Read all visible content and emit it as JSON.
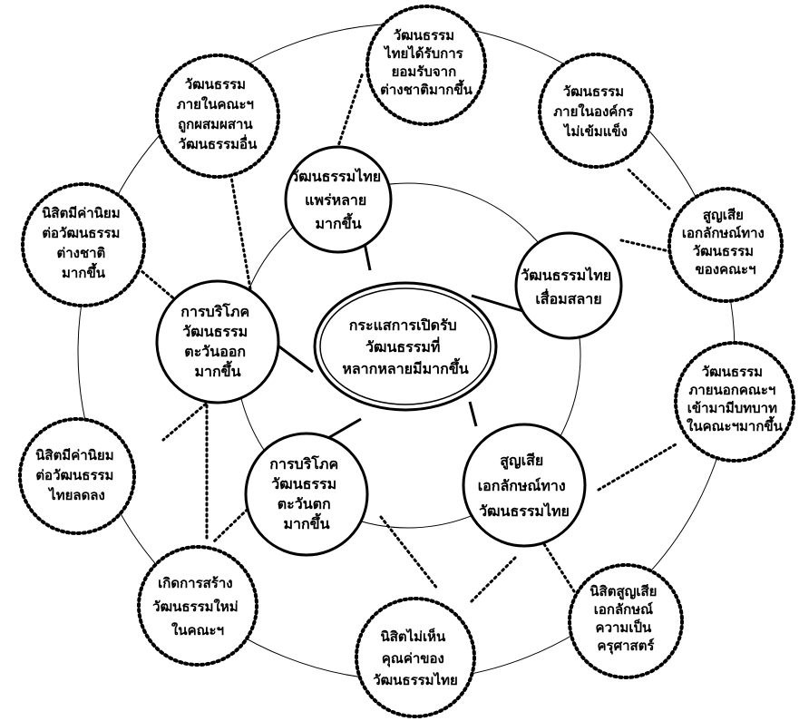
{
  "center": {
    "lines": [
      "กระแสการเปิดรับ",
      "วัฒนธรรมที่",
      "หลากหลายมีมากขึ้น"
    ]
  },
  "inner_nodes": [
    {
      "id": "thai-spread",
      "lines": [
        "วัฒนธรรมไทย",
        "แพร่หลาย",
        "มากขึ้น"
      ]
    },
    {
      "id": "thai-decline",
      "lines": [
        "วัฒนธรรมไทย",
        "เสื่อมสลาย"
      ]
    },
    {
      "id": "lose-thai-identity",
      "lines": [
        "สูญเสีย",
        "เอกลักษณ์ทาง",
        "วัฒนธรรมไทย"
      ]
    },
    {
      "id": "western-consumption",
      "lines": [
        "การบริโภค",
        "วัฒนธรรม",
        "ตะวันตก",
        "มากขึ้น"
      ]
    },
    {
      "id": "eastern-consumption",
      "lines": [
        "การบริโภค",
        "วัฒนธรรม",
        "ตะวันออก",
        "มากขึ้น"
      ]
    }
  ],
  "outer_nodes": [
    {
      "id": "thai-accepted-abroad",
      "lines": [
        "วัฒนธรรม",
        "ไทยได้รับการ",
        "ยอมรับจาก",
        "ต่างชาติมากขึ้น"
      ]
    },
    {
      "id": "org-culture-weak",
      "lines": [
        "วัฒนธรรม",
        "ภายในองค์กร",
        "ไม่เข้มแข็ง"
      ]
    },
    {
      "id": "faculty-identity-lost",
      "lines": [
        "สูญเสีย",
        "เอกลักษณ์ทาง",
        "วัฒนธรรม",
        "ของคณะฯ"
      ]
    },
    {
      "id": "external-culture-role",
      "lines": [
        "วัฒนธรรม",
        "ภายนอกคณะฯ",
        "เข้ามามีบทบาท",
        "ในคณะฯมากขึ้น"
      ]
    },
    {
      "id": "teacher-identity-lost",
      "lines": [
        "นิสิตสูญเสีย",
        "เอกลักษณ์",
        "ความเป็น",
        "ครุศาสตร์"
      ]
    },
    {
      "id": "no-thai-value",
      "lines": [
        "นิสิตไม่เห็น",
        "คุณค่าของ",
        "วัฒนธรรมไทย"
      ]
    },
    {
      "id": "new-culture",
      "lines": [
        "เกิดการสร้าง",
        "วัฒนธรรมใหม่",
        "ในคณะฯ"
      ]
    },
    {
      "id": "less-thai-value",
      "lines": [
        "นิสิตมีค่านิยม",
        "ต่อวัฒนธรรม",
        "ไทยลดลง"
      ]
    },
    {
      "id": "foreign-value",
      "lines": [
        "นิสิตมีค่านิยม",
        "ต่อวัฒนธรรม",
        "ต่างชาติ",
        "มากขึ้น"
      ]
    },
    {
      "id": "faculty-mixed",
      "lines": [
        "วัฒนธรรม",
        "ภายในคณะฯ",
        "ถูกผสมผสาน",
        "วัฒนธรรมอื่น"
      ]
    }
  ]
}
